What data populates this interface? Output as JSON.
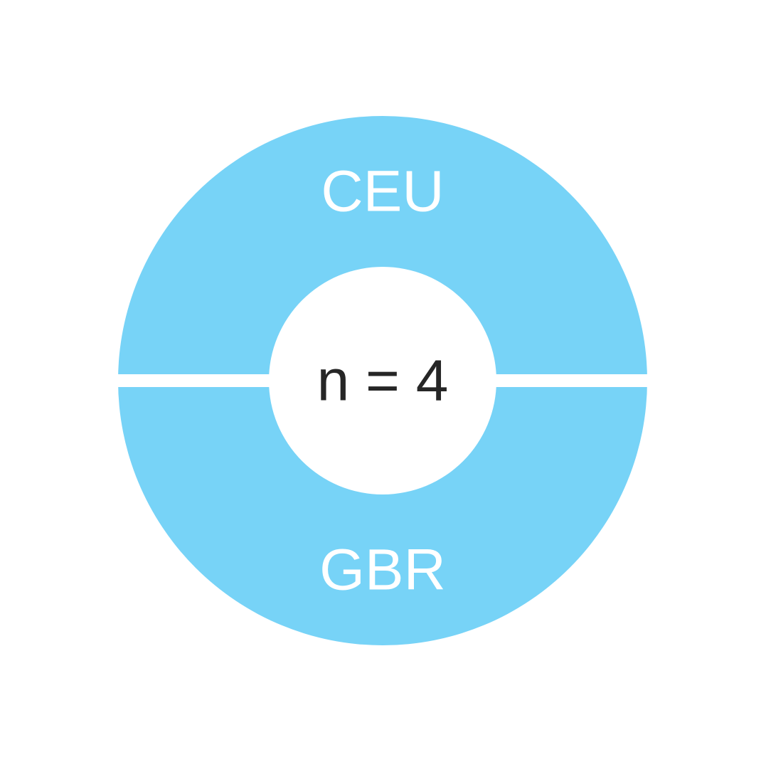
{
  "chart_data": {
    "type": "pie",
    "donut": true,
    "center_text": "n = 4",
    "slices": [
      {
        "label": "CEU",
        "value": 2,
        "color": "#77d3f7"
      },
      {
        "label": "GBR",
        "value": 2,
        "color": "#77d3f7"
      }
    ],
    "separator_color": "#ffffff",
    "background": "#ffffff"
  }
}
